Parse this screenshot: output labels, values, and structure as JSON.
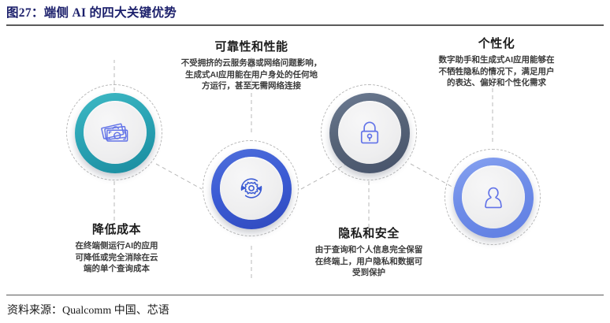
{
  "exhibit": {
    "title": "图27：端侧 AI 的四大关键优势",
    "source": "资料来源：Qualcomm 中国、芯语"
  },
  "colors": {
    "title": "#1b1f6b",
    "rule": "#5a5a5a",
    "ring_teal": "#2aa3b4",
    "ring_blue": "#3b5bd4",
    "ring_slate": "#566377",
    "ring_periwinkle": "#6e8ce8",
    "icon_stroke": "#6273e8",
    "disc": "#eeeeef",
    "connector": "#b9b9b9"
  },
  "nodes": [
    {
      "id": "cost",
      "icon": "banknotes-icon",
      "ring_color": "#2aa3b4",
      "heading": "降低成本",
      "body": [
        "在终端侧运行AI的应用",
        "可降低或完全消除在云",
        "端的单个查询成本"
      ]
    },
    {
      "id": "reliability",
      "icon": "gear-refresh-icon",
      "ring_color": "#3b5bd4",
      "heading": "可靠性和性能",
      "body": [
        "不受拥挤的云服务器或网络问题影响，",
        "生成式AI应用能在用户身处的任何地",
        "方运行，甚至无需网络连接"
      ]
    },
    {
      "id": "privacy",
      "icon": "lock-icon",
      "ring_color": "#566377",
      "heading": "隐私和安全",
      "body": [
        "由于查询和个人信息完全保留",
        "在终端上，用户隐私和数据可",
        "受到保护"
      ]
    },
    {
      "id": "personalization",
      "icon": "user-icon",
      "ring_color": "#6e8ce8",
      "heading": "个性化",
      "body": [
        "数字助手和生成式AI应用能够在",
        "不牺牲隐私的情况下，满足用户",
        "的表达、偏好和个性化需求"
      ]
    }
  ]
}
